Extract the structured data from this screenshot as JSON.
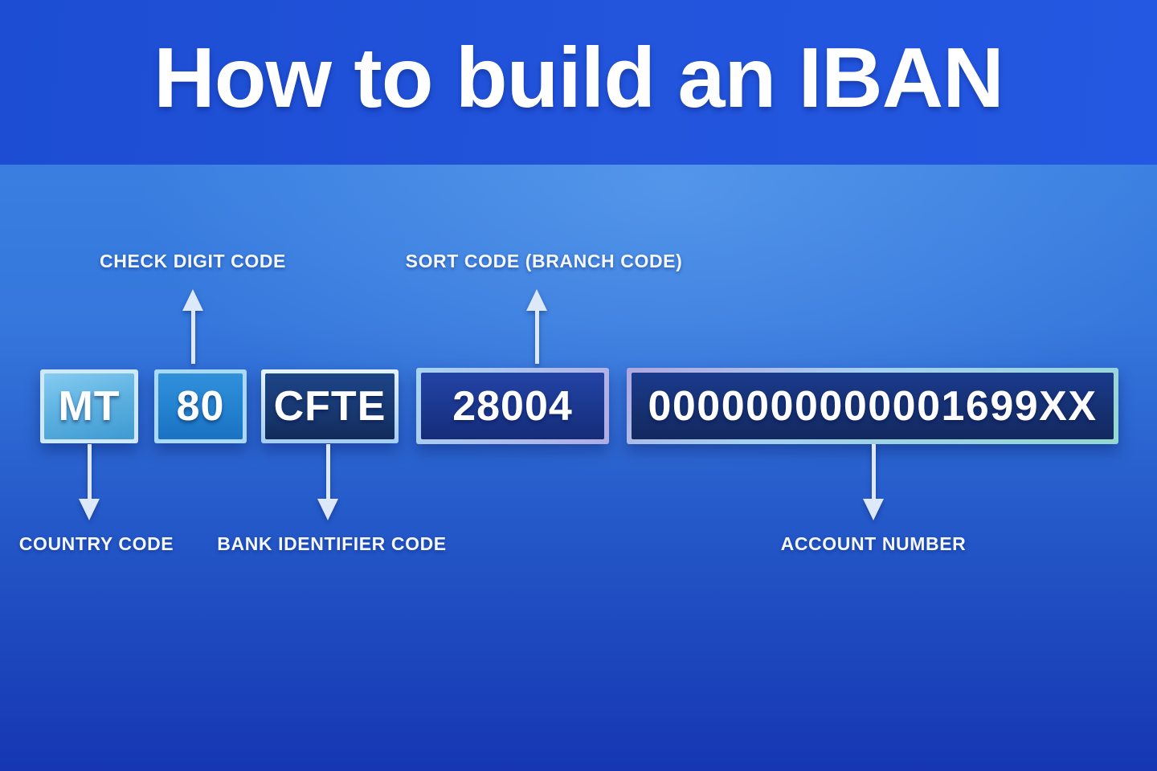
{
  "title": "How to build an IBAN",
  "segments": [
    {
      "id": "country_code",
      "value": "MT",
      "label": "COUNTRY CODE",
      "label_position": "below",
      "arrow_direction": "down",
      "box_color": "#5cb0e0"
    },
    {
      "id": "check_digit",
      "value": "80",
      "label": "CHECK DIGIT CODE",
      "label_position": "above",
      "arrow_direction": "up",
      "box_color": "#2382cf"
    },
    {
      "id": "bank_identifier",
      "value": "CFTE",
      "label": "BANK IDENTIFIER CODE",
      "label_position": "below",
      "arrow_direction": "down",
      "box_color": "#16356b"
    },
    {
      "id": "sort_code",
      "value": "28004",
      "label": "SORT CODE (BRANCH CODE)",
      "label_position": "above",
      "arrow_direction": "up",
      "box_color": "#1b378e"
    },
    {
      "id": "account_number",
      "value": "0000000000001699XX",
      "label": "ACCOUNT NUMBER",
      "label_position": "below",
      "arrow_direction": "down",
      "box_color": "#16306f"
    }
  ],
  "colors": {
    "header_band": "#2254dc",
    "background_top": "#3f86e6",
    "background_bottom": "#1636b2",
    "border_light": "#cfe9f9",
    "border_lavender": "#b1ace5",
    "border_teal": "#93d8d0",
    "arrow": "#dde9f8",
    "text": "#ffffff"
  }
}
